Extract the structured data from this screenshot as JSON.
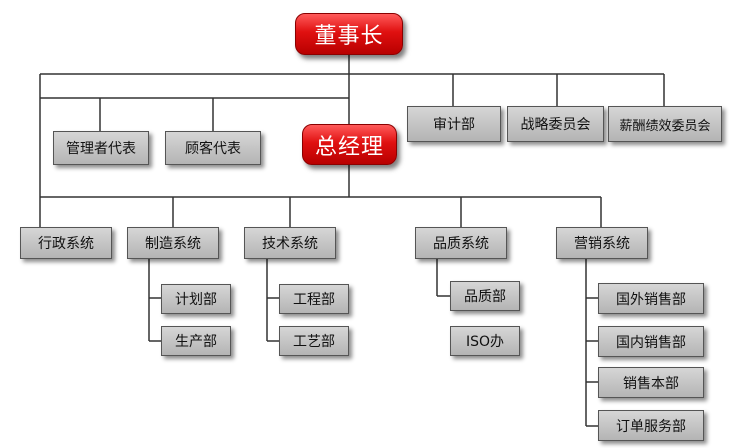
{
  "nodes": {
    "chairman": "董事长",
    "general_manager": "总经理",
    "mgmt_rep": "管理者代表",
    "customer_rep": "顾客代表",
    "audit_dept": "审计部",
    "strategy_committee": "战略委员会",
    "compensation_committee": "薪酬绩效委员会",
    "admin_system": "行政系统",
    "manufacturing_system": "制造系统",
    "technology_system": "技术系统",
    "quality_system": "品质系统",
    "marketing_system": "营销系统",
    "planning_dept": "计划部",
    "production_dept": "生产部",
    "engineering_dept": "工程部",
    "process_dept": "工艺部",
    "quality_dept": "品质部",
    "iso_office": "ISO办",
    "intl_sales_dept": "国外销售部",
    "domestic_sales_dept": "国内销售部",
    "sales_hq_dept": "销售本部",
    "order_service_dept": "订单服务部"
  },
  "colors": {
    "top_box": "#e01010",
    "dept_box": "#c4c4c4",
    "line": "#333333"
  }
}
